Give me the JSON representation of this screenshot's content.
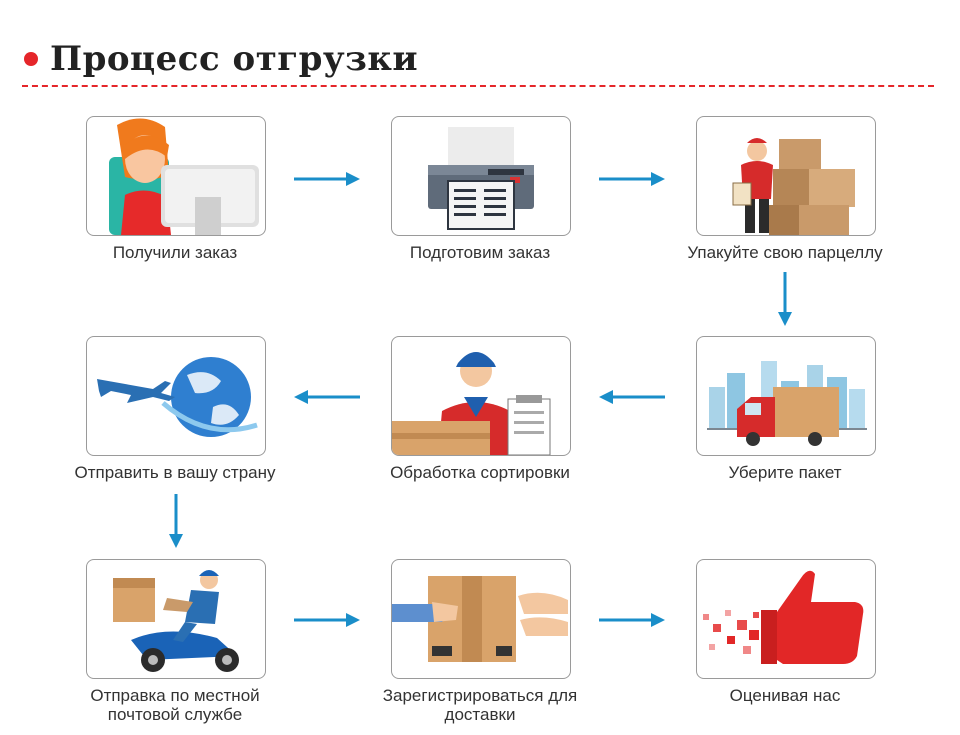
{
  "page": {
    "title": "Процесс отгрузки"
  },
  "colors": {
    "accent": "#e5262a",
    "arrow": "#1a8ec9",
    "border": "#9a9a9a"
  },
  "steps": [
    {
      "label": "Получили заказ",
      "icon": "operator-computer-icon"
    },
    {
      "label": "Подготовим заказ",
      "icon": "printer-icon"
    },
    {
      "label": "Упакуйте свою парцеллу",
      "icon": "courier-boxes-icon"
    },
    {
      "label": "Уберите пакет",
      "icon": "delivery-truck-icon"
    },
    {
      "label": "Обработка сортировки",
      "icon": "worker-package-icon"
    },
    {
      "label": "Отправить в вашу страну",
      "icon": "airplane-globe-icon"
    },
    {
      "label": "Отправка по местной почтовой службе",
      "icon": "scooter-courier-icon"
    },
    {
      "label": "Зарегистрироваться для доставки",
      "icon": "handover-box-icon"
    },
    {
      "label": "Оценивая нас",
      "icon": "thumbs-up-icon"
    }
  ]
}
